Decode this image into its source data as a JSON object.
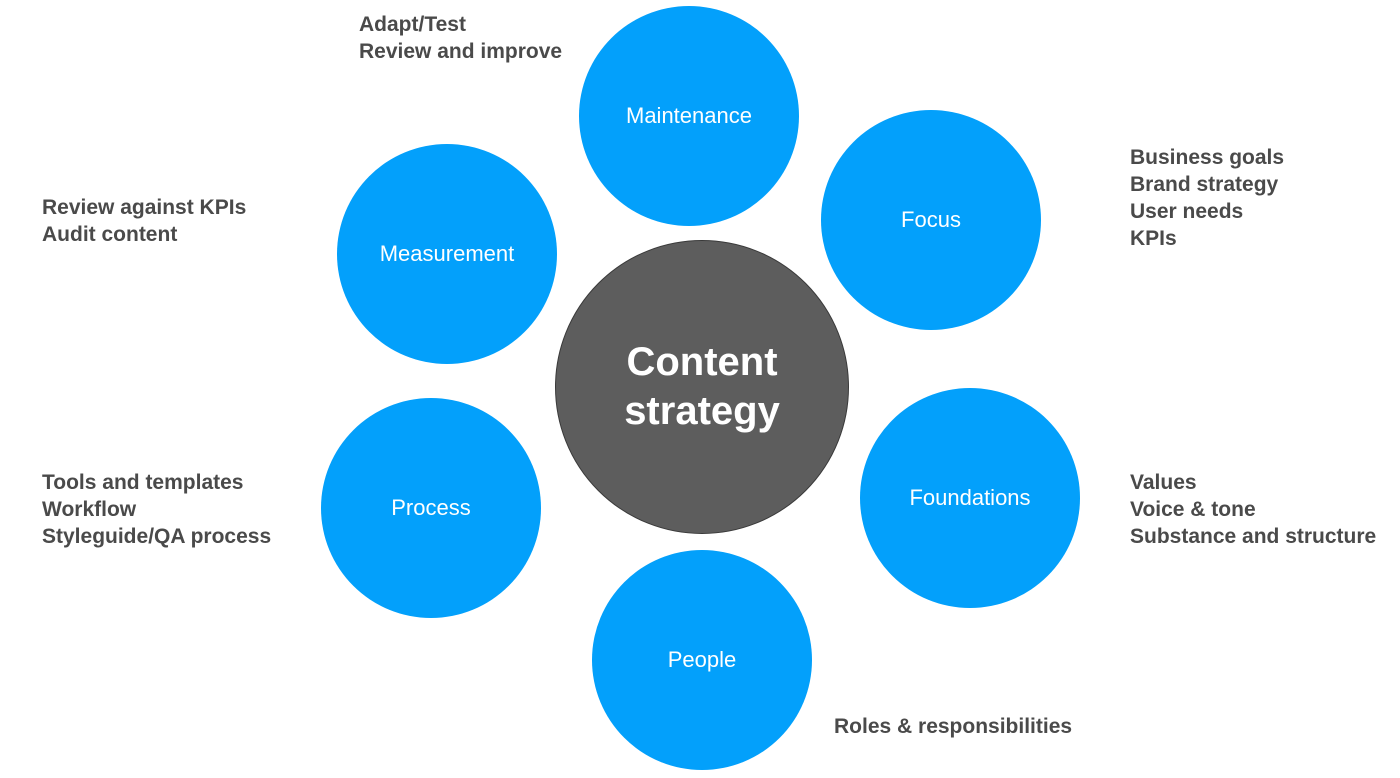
{
  "center": {
    "label": "Content strategy"
  },
  "pillars": {
    "maintenance": {
      "label": "Maintenance",
      "notes": [
        "Adapt/Test",
        "Review and improve"
      ]
    },
    "focus": {
      "label": "Focus",
      "notes": [
        "Business goals",
        "Brand strategy",
        "User needs",
        "KPIs"
      ]
    },
    "measurement": {
      "label": "Measurement",
      "notes": [
        "Review against KPIs",
        "Audit content"
      ]
    },
    "foundations": {
      "label": "Foundations",
      "notes": [
        "Values",
        "Voice & tone",
        "Substance and structure"
      ]
    },
    "process": {
      "label": "Process",
      "notes": [
        "Tools and templates",
        "Workflow",
        "Styleguide/QA process"
      ]
    },
    "people": {
      "label": "People",
      "notes": [
        "Roles & responsibilities"
      ]
    }
  },
  "colors": {
    "pillar": "#03a0fb",
    "center": "#5d5d5d",
    "note_text": "#4a4a4a",
    "circle_text": "#ffffff"
  }
}
